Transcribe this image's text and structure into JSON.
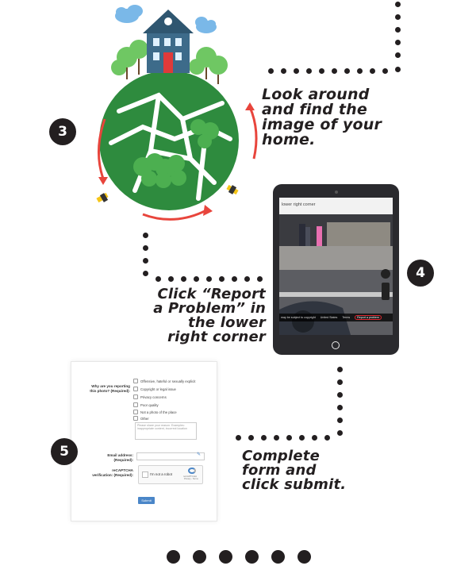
{
  "steps": {
    "step3": {
      "number": "3",
      "caption_lines": [
        "Look around",
        "and find the",
        "image of your",
        "home."
      ]
    },
    "step4": {
      "number": "4",
      "caption_lines": [
        "Click “Report",
        "a Problem” in",
        "the lower",
        "right corner"
      ],
      "screen_heading": "lower right corner",
      "footer_copyright": "may be subject to copyright",
      "footer_country": "United States",
      "footer_terms": "Terms",
      "footer_report": "Report a problem"
    },
    "step5": {
      "number": "5",
      "caption_lines": [
        "Complete",
        "form and",
        "click submit."
      ]
    }
  },
  "form": {
    "reason_label": "Why are you reporting this photo? (Required):",
    "options": [
      "Offensive, hateful or sexually explicit",
      "Copyright or legal issue",
      "Privacy concerns",
      "Poor quality",
      "Not a photo of the place",
      "Other"
    ],
    "textarea_placeholder": "Please share your reason. Examples: inappropriate content, incorrect location",
    "email_label": "Email address: (Required):",
    "recaptcha_label": "reCAPTCHA verification: (Required):",
    "recaptcha_text": "I'm not a robot",
    "recaptcha_brand": "reCAPTCHA",
    "recaptcha_terms": "Privacy - Terms",
    "submit_label": "Submit"
  },
  "colors": {
    "ink": "#231f20",
    "globe_green": "#2e8b3e",
    "tree_green": "#4caf50",
    "house_blue": "#3d6b8a",
    "door_red": "#e03a3a",
    "arrow_red": "#e8453c",
    "report_highlight": "#e0262f"
  }
}
